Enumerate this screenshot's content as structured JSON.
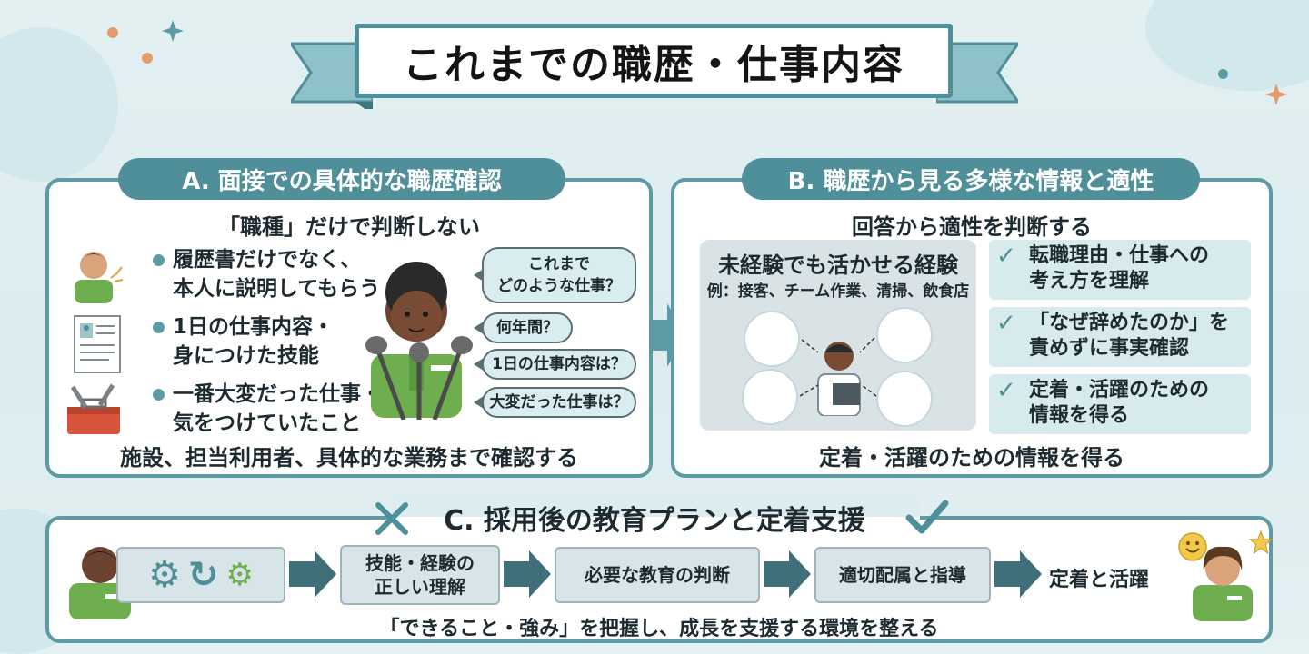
{
  "title": "これまでの職歴・仕事内容",
  "section_a": {
    "heading": "A. 面接での具体的な職歴確認",
    "subheading": "「職種」だけで判断しない",
    "items": [
      "履歴書だけでなく、\n本人に説明してもらう",
      "1日の仕事内容・\n身につけた技能",
      "一番大変だった仕事・\n気をつけていたこと"
    ],
    "questions": [
      "これまで\nどのような仕事？",
      "何年間？",
      "1日の仕事内容は？",
      "大変だった仕事は？"
    ],
    "footer": "施設、担当利用者、具体的な業務まで確認する"
  },
  "section_b": {
    "heading": "B. 職歴から見る多様な情報と適性",
    "subheading": "回答から適性を判断する",
    "experience_title": "未経験でも活かせる経験",
    "experience_examples": "例：接客、チーム作業、清掃、飲食店",
    "checks": [
      "転職理由・仕事への\n考え方を理解",
      "「なぜ辞めたのか」を\n責めずに事実確認",
      "定着・活躍のための\n情報を得る"
    ],
    "footer": "定着・活躍のための情報を得る"
  },
  "section_c": {
    "heading": "C. 採用後の教育プランと定着支援",
    "steps": [
      "技能・経験の\n正しい理解",
      "必要な教育の判断",
      "適切配属と指導"
    ],
    "goal": "定着と活躍",
    "footer": "「できること・強み」を把握し、成長を支援する環境を整える"
  },
  "colors": {
    "accent": "#4f8f9a",
    "panel_border": "#5e9aa4",
    "light_teal": "#d7eaec",
    "staff_green": "#6fae4f"
  },
  "icons": [
    "person-icon",
    "resume-icon",
    "toolbox-icon",
    "microphone-icon",
    "gear-icon",
    "check-icon",
    "cross-icon",
    "star-icon",
    "smile-icon"
  ]
}
